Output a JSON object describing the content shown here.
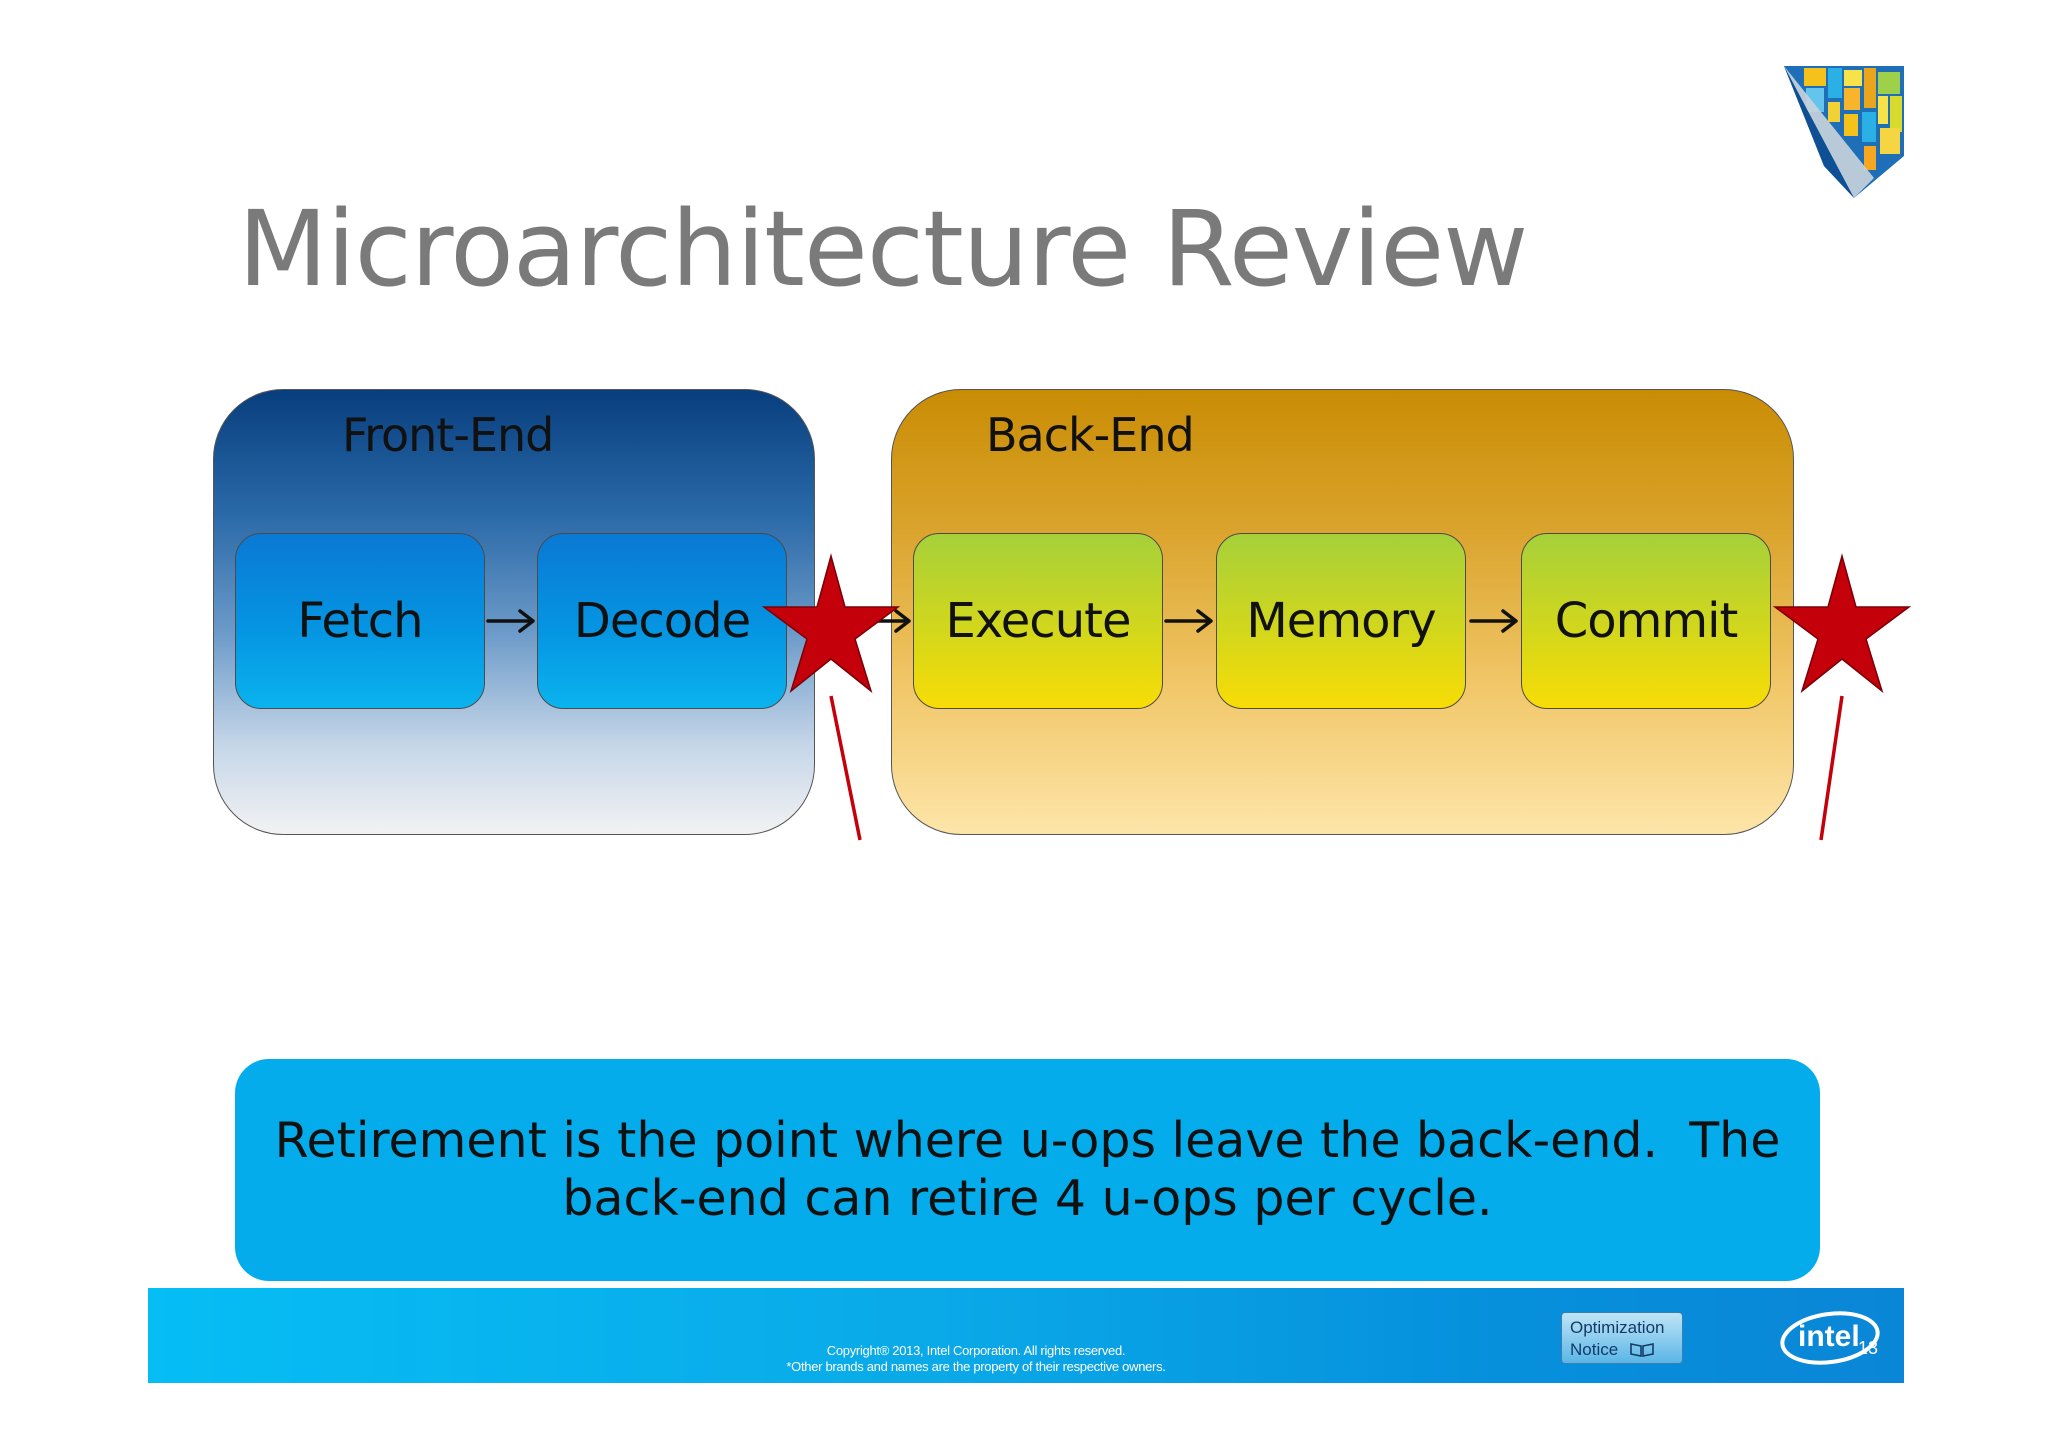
{
  "slide": {
    "title": "Microarchitecture Review",
    "groups": {
      "front_end": "Front-End",
      "back_end": "Back-End"
    },
    "stages": [
      {
        "label": "Fetch",
        "group": "front_end"
      },
      {
        "label": "Decode",
        "group": "front_end"
      },
      {
        "label": "Execute",
        "group": "back_end"
      },
      {
        "label": "Memory",
        "group": "back_end"
      },
      {
        "label": "Commit",
        "group": "back_end"
      }
    ],
    "callout": {
      "line1": "Retirement is the point where u-ops leave the back-end.  The",
      "line2": "back-end can retire 4 u-ops per cycle."
    },
    "footer": {
      "copyright_line1": "Copyright® 2013, Intel Corporation. All rights reserved.",
      "copyright_line2": "*Other brands and names are the property of their respective owners.",
      "optimization_line1": "Optimization",
      "optimization_line2": "Notice",
      "intel_logo_text": "intel",
      "page_number": "13"
    },
    "colors": {
      "front_end_top": "#083e7e",
      "back_end_top": "#c98c04",
      "stage_blue": "#0595e2",
      "stage_yellow": "#f8dc06",
      "star_red": "#c4000b",
      "callout_bg": "#04aceb"
    },
    "icons": [
      "corner-logo-icon",
      "star-icon",
      "book-icon",
      "intel-logo-icon"
    ]
  }
}
